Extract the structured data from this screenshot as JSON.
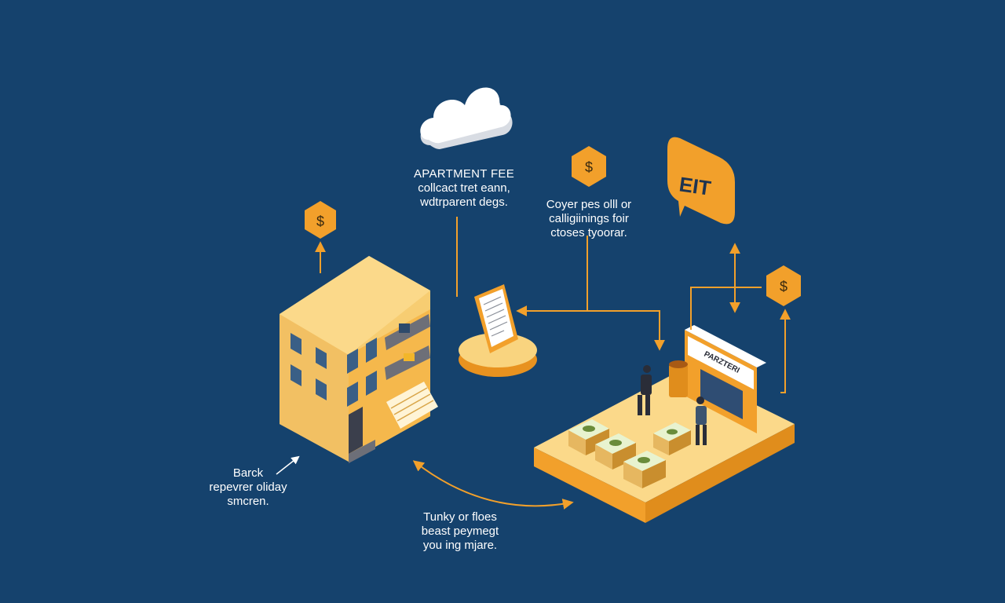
{
  "labels": {
    "apartment_fee": [
      "APARTMENT FEE",
      "collcact tret eann,",
      "wdtrparent degs."
    ],
    "coyer": [
      "Coyer pes olll or",
      "calligiinings foir",
      "ctoses tyoorar."
    ],
    "bank": [
      "Barck",
      "repevrer oliday",
      "smcren."
    ],
    "tunky": [
      "Tunky or floes",
      "beast peymegt",
      "you ing mjare."
    ]
  },
  "badges": {
    "dollar_symbol": "$",
    "speech_bubble_text": "EIT"
  },
  "store_sign": "PARZTERI",
  "colors": {
    "background": "#15426d",
    "accent": "#f2a02b",
    "building": "#f7cd72",
    "platform": "#f9d47f",
    "cloud": "#ffffff"
  },
  "icons": [
    "cloud-icon",
    "dollar-icon",
    "speech-bubble-icon",
    "document-icon",
    "arrow-icon"
  ]
}
